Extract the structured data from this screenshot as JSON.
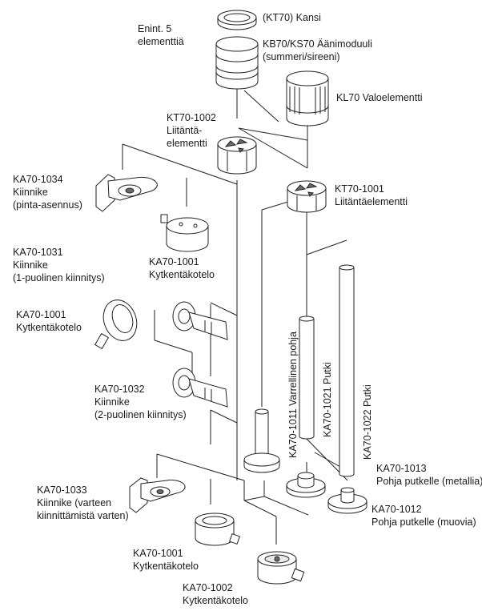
{
  "labels": {
    "enint": [
      "Enint. 5",
      "elementtiä"
    ],
    "kansi": "(KT70) Kansi",
    "aanimoduuli": [
      "KB70/KS70 Äänimoduuli",
      "(summeri/sireeni)"
    ],
    "valoelementti": "KL70 Valoelementti",
    "kt1002": [
      "KT70-1002",
      "Liitäntä-",
      "elementti"
    ],
    "kt1001": [
      "KT70-1001",
      "Liitäntäelementti"
    ],
    "ka1034": [
      "KA70-1034",
      "Kiinnike",
      "(pinta-asennus)"
    ],
    "ka1001_top": [
      "KA70-1001",
      "Kytkentäkotelo"
    ],
    "ka1031": [
      "KA70-1031",
      "Kiinnike",
      "(1-puolinen kiinnitys)"
    ],
    "ka1001_left": [
      "KA70-1001",
      "Kytkentäkotelo"
    ],
    "ka1032": [
      "KA70-1032",
      "Kiinnike",
      "(2-puolinen kiinnitys)"
    ],
    "ka1011": "KA70-1011 Varrellinen pohja",
    "ka1021": "KA70-1021 Putki",
    "ka1022": "KA70-1022 Putki",
    "ka1013": [
      "KA70-1013",
      "Pohja putkelle (metallia)"
    ],
    "ka1033": [
      "KA70-1033",
      "Kiinnike (varteen",
      "kiinnittämistä varten)"
    ],
    "ka1012": [
      "KA70-1012",
      "Pohja putkelle (muovia)"
    ],
    "ka1001_bottom": [
      "KA70-1001",
      "Kytkentäkotelo"
    ],
    "ka1002": [
      "KA70-1002",
      "Kytkentäkotelo"
    ]
  }
}
